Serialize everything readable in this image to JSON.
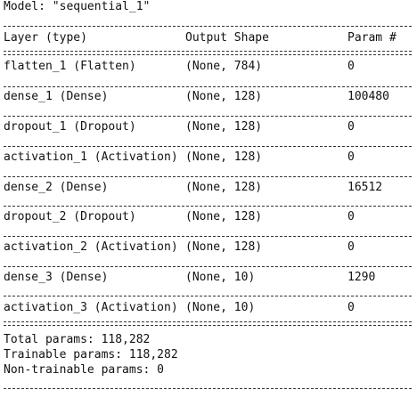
{
  "model_title": "Model: \"sequential_1\"",
  "header": {
    "layer": "Layer (type)",
    "output_shape": "Output Shape",
    "param": "Param #"
  },
  "rows": [
    {
      "layer": "flatten_1 (Flatten)",
      "output_shape": "(None, 784)",
      "param": "0"
    },
    {
      "layer": "dense_1 (Dense)",
      "output_shape": "(None, 128)",
      "param": "100480"
    },
    {
      "layer": "dropout_1 (Dropout)",
      "output_shape": "(None, 128)",
      "param": "0"
    },
    {
      "layer": "activation_1 (Activation)",
      "output_shape": "(None, 128)",
      "param": "0"
    },
    {
      "layer": "dense_2 (Dense)",
      "output_shape": "(None, 128)",
      "param": "16512"
    },
    {
      "layer": "dropout_2 (Dropout)",
      "output_shape": "(None, 128)",
      "param": "0"
    },
    {
      "layer": "activation_2 (Activation)",
      "output_shape": "(None, 128)",
      "param": "0"
    },
    {
      "layer": "dense_3 (Dense)",
      "output_shape": "(None, 10)",
      "param": "1290"
    },
    {
      "layer": "activation_3 (Activation)",
      "output_shape": "(None, 10)",
      "param": "0"
    }
  ],
  "totals": {
    "total": "Total params: 118,282",
    "trainable": "Trainable params: 118,282",
    "non_trainable": "Non-trainable params: 0"
  }
}
